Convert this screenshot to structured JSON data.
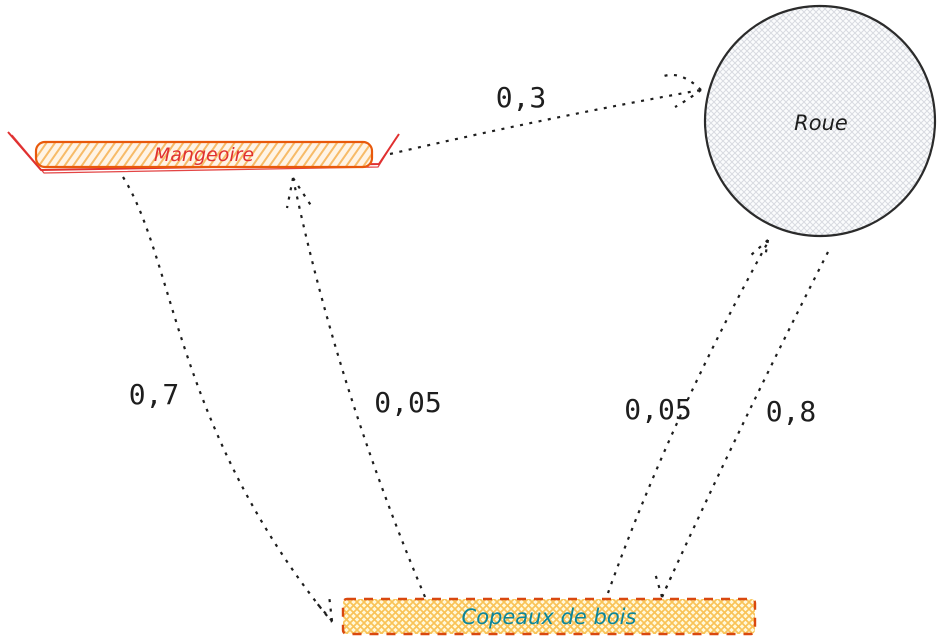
{
  "diagram": {
    "type": "hand-drawn-state-diagram",
    "background_color": "#ffffff",
    "edge_style": "dotted-arrow",
    "edge_color": "#1e1e1e",
    "edge_label_color": "#1e1e1e",
    "nodes": {
      "mangeoire": {
        "label": "Mangeoire",
        "shape": "trough",
        "text_color": "#e03131",
        "stroke_color": "#e8590c",
        "hatch_color": "#f08c00",
        "trough_color": "#e03131"
      },
      "roue": {
        "label": "Roue",
        "shape": "circle",
        "text_color": "#1e1e1e",
        "stroke_color": "#2b2b2b",
        "hatch_color": "#b8bfc9"
      },
      "copeaux": {
        "label": "Copeaux de bois",
        "shape": "rectangle",
        "text_color": "#0c8599",
        "stroke_color": "#d9480f",
        "hatch_color": "#f59f00"
      }
    },
    "edges": [
      {
        "from": "Mangeoire",
        "to": "Roue",
        "label": "0,3"
      },
      {
        "from": "Mangeoire",
        "to": "Copeaux de bois",
        "label": "0,7"
      },
      {
        "from": "Copeaux de bois",
        "to": "Mangeoire",
        "label": "0,05"
      },
      {
        "from": "Copeaux de bois",
        "to": "Roue",
        "label": "0,05"
      },
      {
        "from": "Roue",
        "to": "Copeaux de bois",
        "label": "0,8"
      }
    ]
  }
}
